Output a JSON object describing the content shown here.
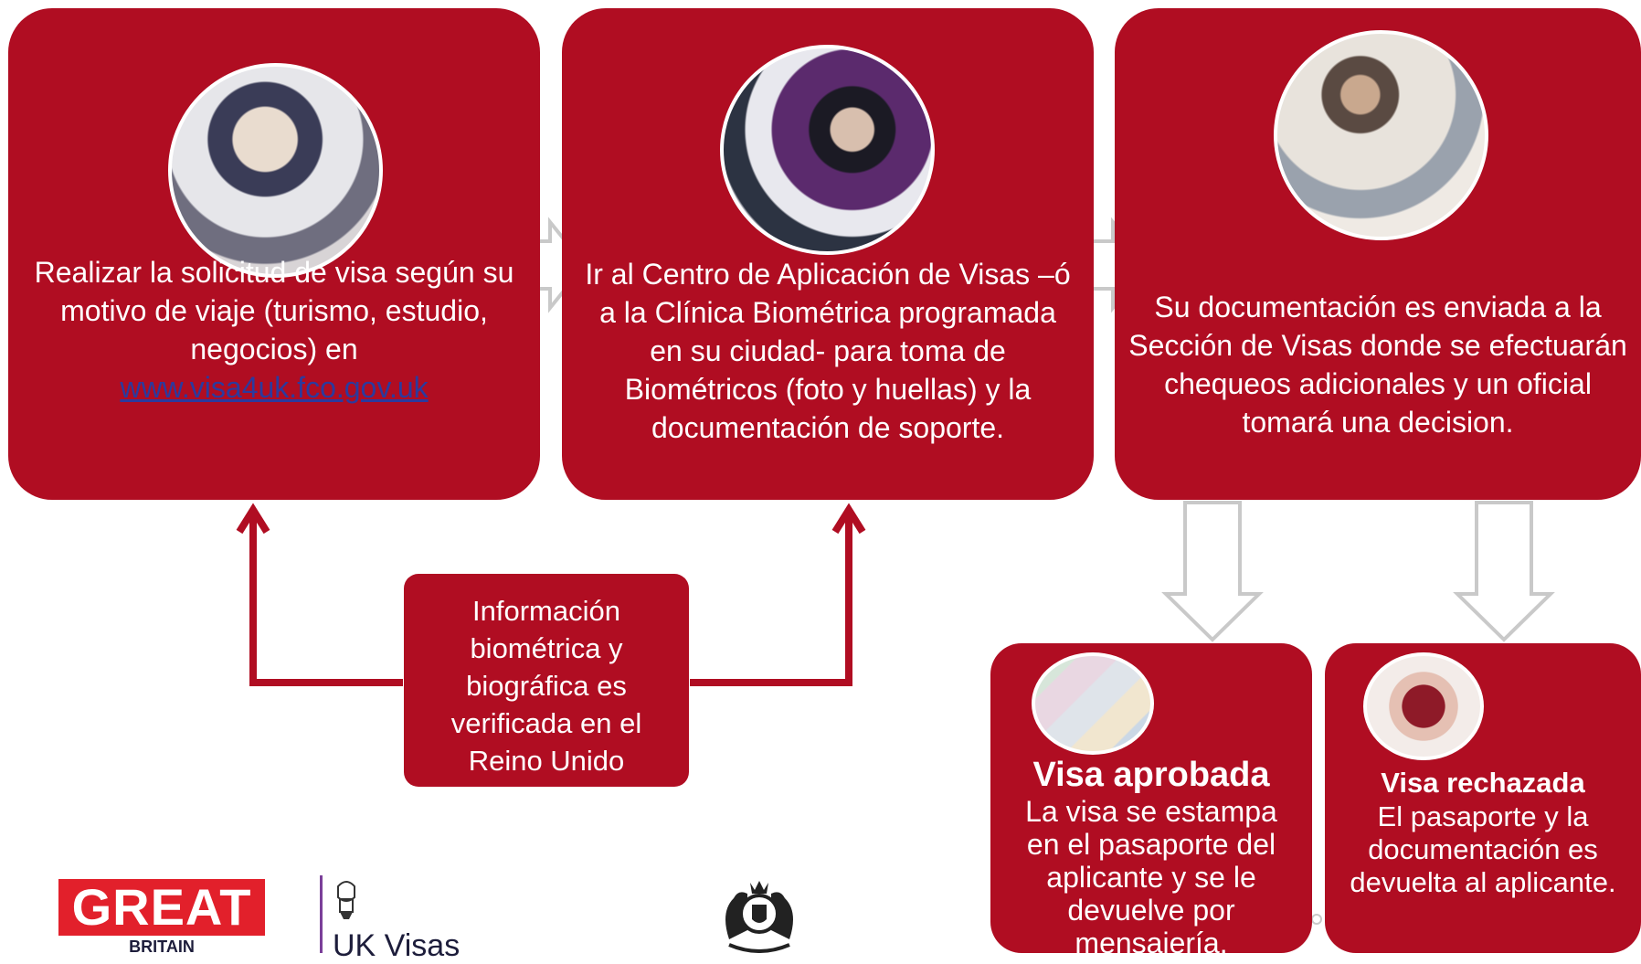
{
  "steps": [
    {
      "text": "Realizar la solicitud de visa según su motivo de viaje (turismo, estudio, negocios) en",
      "link": "www.visa4uk.fco.gov.uk",
      "photo_icon": "visa-application-desk-photo"
    },
    {
      "text": "Ir al Centro de Aplicación de Visas –ó a la Clínica Biométrica programada en su ciudad- para toma de Biométricos (foto y huellas) y la documentación de soporte.",
      "photo_icon": "biometric-capture-photo"
    },
    {
      "text": "Su documentación es enviada a la Sección de Visas donde se efectuarán chequeos adicionales y un oficial tomará una decision.",
      "photo_icon": "visa-officer-photo"
    }
  ],
  "verification": {
    "text": "Información biométrica y biográfica es verificada en el Reino Unido"
  },
  "outcomes": [
    {
      "title": "Visa aprobada",
      "text": "La visa se estampa en el pasaporte del aplicante y se le devuelve por mensajería.",
      "photo_icon": "visa-sticker-photo"
    },
    {
      "title": "Visa rechazada",
      "text": "El pasaporte y la documentación es devuelta al aplicante.",
      "photo_icon": "returned-passport-photo"
    }
  ],
  "logos": {
    "great": "GREAT",
    "great_sub": "BRITAIN",
    "ukvisas": "UK Visas",
    "crest_icon": "royal-coat-of-arms-icon"
  },
  "colors": {
    "box": "#b00d22",
    "arrow_fill": "#ffffff",
    "arrow_outline": "#c9c9c9",
    "link": "#2b3a9e"
  }
}
